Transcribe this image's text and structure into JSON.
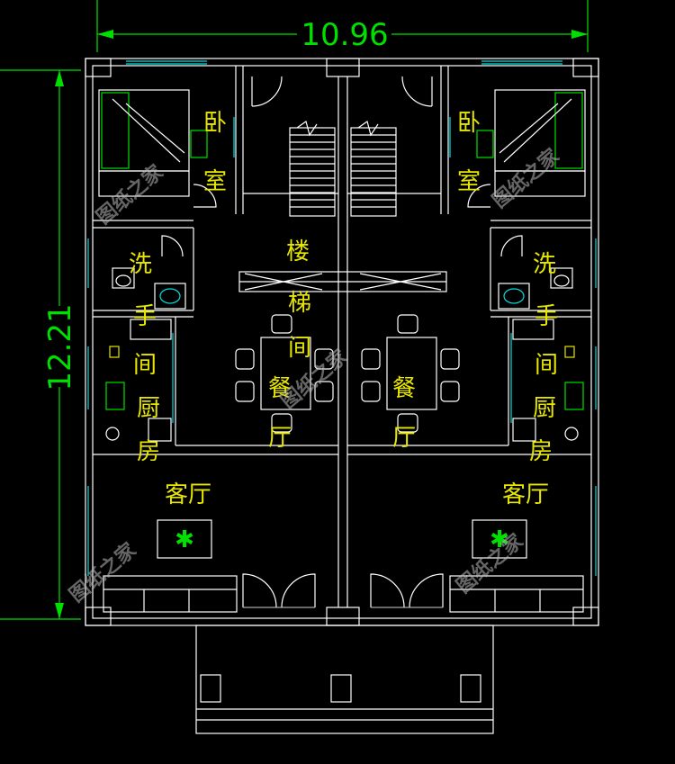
{
  "dimensions": {
    "width": "10.96",
    "height": "12.21"
  },
  "rooms": {
    "left_bedroom": [
      "卧",
      "室"
    ],
    "right_bedroom": [
      "卧",
      "室"
    ],
    "stair": [
      "楼",
      "梯",
      "间"
    ],
    "left_wash": [
      "洗",
      "手",
      "间"
    ],
    "right_wash": [
      "洗",
      "手",
      "间"
    ],
    "left_kitchen": [
      "厨",
      "房"
    ],
    "right_kitchen": [
      "厨",
      "房"
    ],
    "left_dining": [
      "餐",
      "厅"
    ],
    "right_dining": [
      "餐",
      "厅"
    ],
    "left_living": "客厅",
    "right_living": "客厅"
  },
  "watermark": "图纸之家",
  "colors": {
    "background": "#000000",
    "dimension": "#00e000",
    "room_label": "#e6e600",
    "wall": "#ffffff",
    "window": "#00e0e0"
  }
}
